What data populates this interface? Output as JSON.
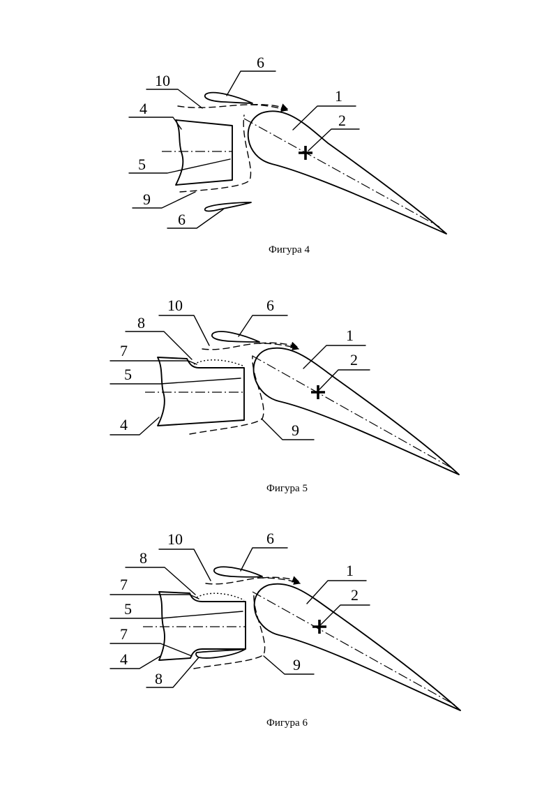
{
  "figures": [
    {
      "caption": "Фигура 4",
      "labels": {
        "n1": "1",
        "n2": "2",
        "n4": "4",
        "n5": "5",
        "n6a": "6",
        "n6b": "6",
        "n9": "9",
        "n10": "10"
      }
    },
    {
      "caption": "Фигура 5",
      "labels": {
        "n1": "1",
        "n2": "2",
        "n4": "4",
        "n5": "5",
        "n6": "6",
        "n7": "7",
        "n8": "8",
        "n9": "9",
        "n10": "10"
      }
    },
    {
      "caption": "Фигура 6",
      "labels": {
        "n1": "1",
        "n2": "2",
        "n4": "4",
        "n5": "5",
        "n6": "6",
        "n7a": "7",
        "n7b": "7",
        "n8a": "8",
        "n8b": "8",
        "n9": "9",
        "n10": "10"
      }
    }
  ]
}
